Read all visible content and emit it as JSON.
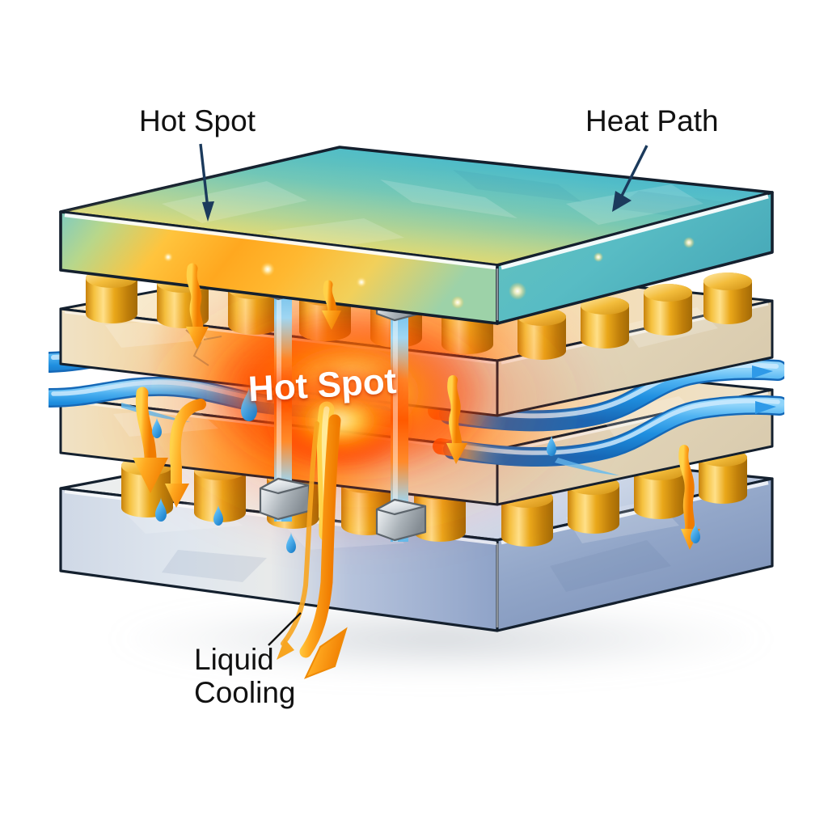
{
  "diagram": {
    "title": "3D Stacked Chip Thermal Cross-Section",
    "background": "#ffffff",
    "labels": {
      "hotspot_top": "Hot Spot",
      "heat_path": "Heat Path",
      "liquid_cooling_line1": "Liquid",
      "liquid_cooling_line2": "Cooling",
      "hotspot_core": "Hot Spot"
    },
    "colors": {
      "label_text": "#111111",
      "leader_arrow": "#1b3a5c",
      "hotspot_glow": "#ff3b00",
      "hotspot_core_text": "#ffffff",
      "heat_arrow": "#f9a21b",
      "coolant_tube": "#3fa9f5",
      "coolant_droplet": "#4db4ef",
      "microbump_gold": "#e8a317",
      "tsv_silver": "#b9bfc4",
      "top_slab_cool": "#4fb6c9",
      "top_slab_warm": "#f5c842",
      "die_layer": "#e8d9bd",
      "substrate": "#8fa3c4"
    },
    "layers": [
      {
        "id": "heat-spreader",
        "name": "Heat Spreader Lid",
        "fill": "thermal-gradient"
      },
      {
        "id": "microbump-row-1",
        "name": "Microbump Row"
      },
      {
        "id": "die-1",
        "name": "Logic Die 1"
      },
      {
        "id": "coolant-channel-upper",
        "name": "Upper Coolant Channel"
      },
      {
        "id": "coolant-channel-lower",
        "name": "Lower Coolant Channel"
      },
      {
        "id": "die-2",
        "name": "Logic Die 2"
      },
      {
        "id": "microbump-row-2",
        "name": "Microbump Row"
      },
      {
        "id": "package-substrate",
        "name": "Package Substrate"
      }
    ],
    "elements": {
      "tsv_pillars": 2,
      "coolant_tubes": 2,
      "heat_arrows": 6,
      "droplets": 7
    }
  }
}
